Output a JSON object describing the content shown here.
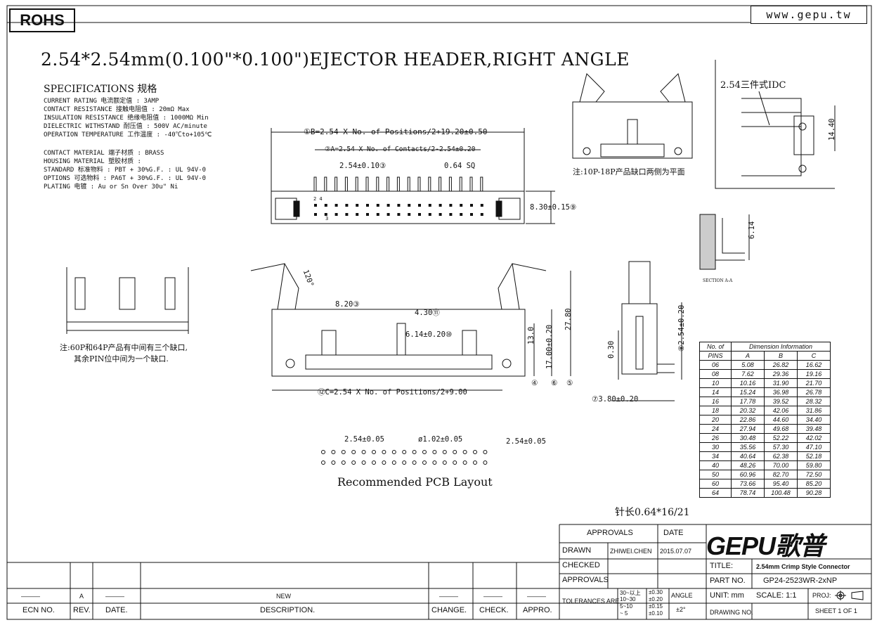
{
  "header": {
    "rohs": "ROHS",
    "website": "www.gepu.tw",
    "title": "2.54*2.54mm(0.100\"*0.100\")EJECTOR HEADER,RIGHT ANGLE"
  },
  "specs": {
    "heading": "SPECIFICATIONS 规格",
    "lines": [
      "CURRENT RATING 电流额定值 : 3AMP",
      "CONTACT RESISTANCE 接触电阻值 : 20mΩ  Max",
      "INSULATION RESISTANCE 绝缘电阻值 : 1000MΩ  Min",
      "DIELECTRIC WITHSTAND 耐压值 : 500V AC/minute",
      "OPERATION TEMPERATURE 工作温度 : -40℃to+105℃"
    ],
    "material_lines": [
      "CONTACT MATERIAL 端子材质 : BRASS",
      "HOUSING MATERIAL 塑胶材质 :",
      "STANDARD 标准物料 : PBT + 30%G.F. : UL 94V-0",
      "OPTIONS 可选物料 : PA6T + 30%G.F. : UL 94V-0",
      "PLATING 电镀 : Au or Sn Over 30u\" Ni"
    ]
  },
  "notes": {
    "idc": "2.54三件式IDC",
    "side_note": "注:10P-18P产品缺口两侧为平面",
    "bottom_note_1": "注:60P和64P产品有中间有三个缺口,",
    "bottom_note_2": "其余PIN位中间为一个缺口.",
    "section": "SECTION A-A",
    "pin_length": "针长0.64*16/21",
    "pcb_caption": "Recommended PCB Layout",
    "pin_numbers_top": "2  4",
    "pin_numbers_bottom": "3"
  },
  "dimensions": {
    "b": "①B=2.54 X No. of Positions/2+19.20±0.50",
    "a": "②A=2.54 X No. of Contacts/2-2.54±0.20",
    "pitch": "2.54±0.10③",
    "sq": "0.64 SQ",
    "height": "8.30±0.15⑨",
    "h820": "8.20③",
    "h430": "4.30⑪",
    "h614b": "6.14±0.20⑩",
    "h130": "13.0",
    "h1700": "17.00±0.20",
    "h2780": "27.80",
    "c": "⑫C=2.54 X No. of Positions/2+9.00",
    "angle": "120°",
    "h030": "0.30",
    "h254v": "⑧2.54±0.20",
    "h380": "⑦3.80±0.20",
    "h614": "6.14",
    "h1440": "14.40",
    "circ_4": "④",
    "circ_6": "⑥",
    "circ_5": "⑤",
    "pcb_pitch_x": "2.54±0.05",
    "pcb_hole": "ø1.02±0.05",
    "pcb_pitch_y": "2.54±0.05"
  },
  "dim_table": {
    "header1": [
      "No. of",
      "Dimension Information"
    ],
    "header2": [
      "PINS",
      "A",
      "B",
      "C"
    ],
    "rows": [
      [
        "06",
        "5.08",
        "26.82",
        "16.62"
      ],
      [
        "08",
        "7.62",
        "29.36",
        "19.16"
      ],
      [
        "10",
        "10.16",
        "31.90",
        "21.70"
      ],
      [
        "14",
        "15.24",
        "36.98",
        "26.78"
      ],
      [
        "16",
        "17.78",
        "39.52",
        "28.32"
      ],
      [
        "18",
        "20.32",
        "42.06",
        "31.86"
      ],
      [
        "20",
        "22.86",
        "44.60",
        "34.40"
      ],
      [
        "24",
        "27.94",
        "49.68",
        "39.48"
      ],
      [
        "26",
        "30.48",
        "52.22",
        "42.02"
      ],
      [
        "30",
        "35.56",
        "57.30",
        "47.10"
      ],
      [
        "34",
        "40.64",
        "62.38",
        "52.18"
      ],
      [
        "40",
        "48.26",
        "70.00",
        "59.80"
      ],
      [
        "50",
        "60.96",
        "82.70",
        "72.50"
      ],
      [
        "60",
        "73.66",
        "95.40",
        "85.20"
      ],
      [
        "64",
        "78.74",
        "100.48",
        "90.28"
      ]
    ]
  },
  "title_block": {
    "approvals_h": "APPROVALS",
    "date_h": "DATE",
    "drawn": "DRAWN",
    "drawn_by": "ZHIWEI.CHEN",
    "drawn_date": "2015.07.07",
    "checked": "CHECKED",
    "approvals": "APPROVALS",
    "tolerances": "TOLERANCES ARE",
    "tol_rows": [
      [
        "30~以上",
        "±0.30"
      ],
      [
        "10~30",
        "±0.20"
      ],
      [
        "5~10",
        "±0.15"
      ],
      [
        "~ 5",
        "±0.10"
      ]
    ],
    "angle": "ANGLE",
    "angle_tol": "±2°",
    "logo": "GEPU歌普",
    "title_label": "TITLE:",
    "title_value": "2.54mm Crimp Style Connector",
    "part_label": "PART NO.",
    "part_value": "GP24-2523WR-2xNP",
    "unit": "UNIT: mm",
    "scale": "SCALE:   1:1",
    "proj": "PROJ:",
    "drawing_no": "DRAWING NO.",
    "sheet": "SHEET  1 OF 1",
    "rev_row": [
      "———",
      "A",
      "———",
      "NEW",
      "———",
      "———",
      "———"
    ],
    "ecn": "ECN NO.",
    "rev": "REV.",
    "date": "DATE.",
    "description": "DESCRIPTION.",
    "change": "CHANGE.",
    "check": "CHECK.",
    "appro": "APPRO."
  }
}
